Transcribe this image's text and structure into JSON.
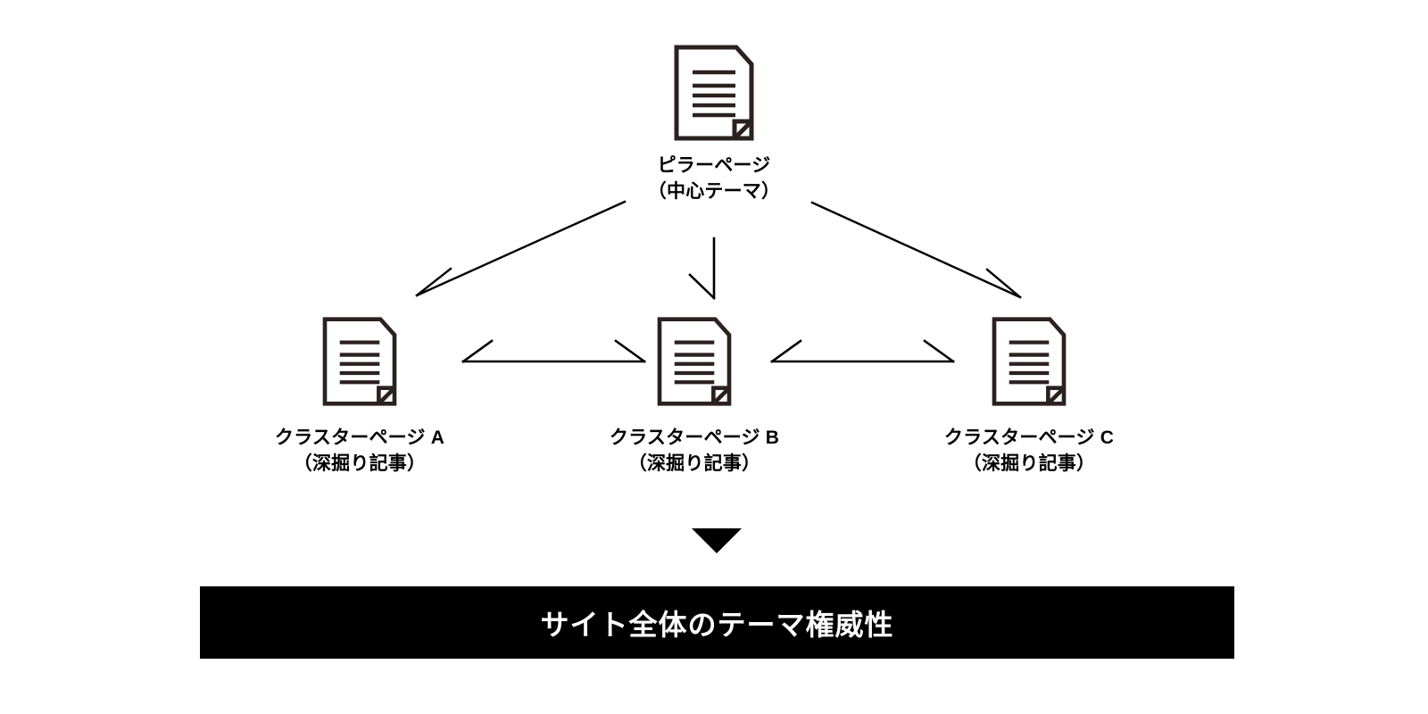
{
  "diagram": {
    "title_text_language": "ja",
    "background_color": "#ffffff",
    "icon_color": "#2b211f",
    "line_color": "#000000",
    "banner_color": "#000000",
    "banner_text_color": "#ffffff",
    "pillar": {
      "icon_name": "document-icon",
      "label_line1": "ピラーページ",
      "label_line2": "（中心テーマ）"
    },
    "clusters": [
      {
        "id": "a",
        "icon_name": "document-icon",
        "label_line1": "クラスターページ A",
        "label_line2": "（深掘り記事）"
      },
      {
        "id": "b",
        "icon_name": "document-icon",
        "label_line1": "クラスターページ B",
        "label_line2": "（深掘り記事）"
      },
      {
        "id": "c",
        "icon_name": "document-icon",
        "label_line1": "クラスターページ C",
        "label_line2": "（深掘り記事）"
      }
    ],
    "outcome": {
      "arrow_icon_name": "triangle-down-icon",
      "banner_text": "サイト全体のテーマ権威性"
    }
  }
}
